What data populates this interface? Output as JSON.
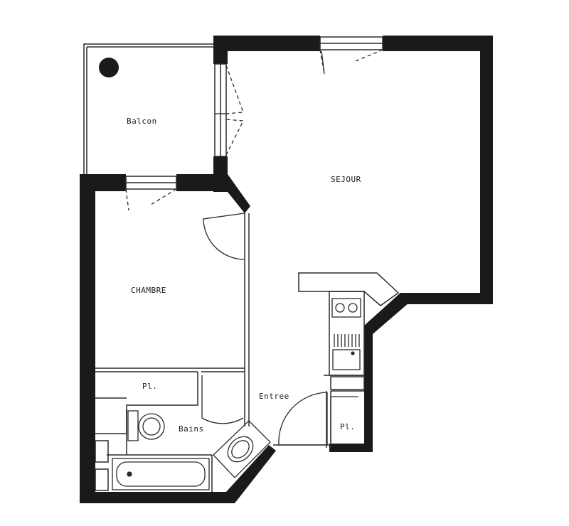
{
  "labels": {
    "balcon": "Balcon",
    "sejour": "SEJOUR",
    "chambre": "CHAMBRE",
    "pl_chambre": "Pl.",
    "bains": "Bains",
    "entree": "Entree",
    "pl_entree": "Pl."
  },
  "colors": {
    "wall": "#1a1a1a",
    "line": "#2a2a2a",
    "background": "#ffffff"
  }
}
